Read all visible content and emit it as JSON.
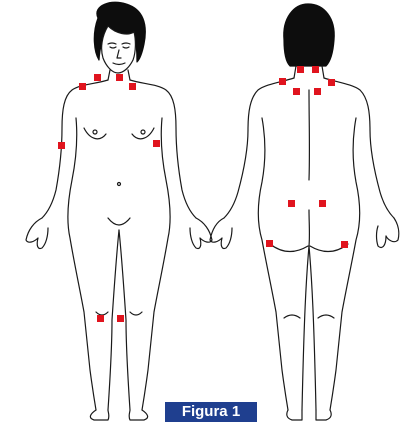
{
  "diagram": {
    "caption": "Figura 1",
    "marker_color": "#e0141e",
    "outline_color": "#1a1a1a",
    "hair_color": "#0d0d0d",
    "caption_bg": "#1f3f8f",
    "views": [
      "front-view",
      "back-view"
    ],
    "marker_count": 18
  }
}
